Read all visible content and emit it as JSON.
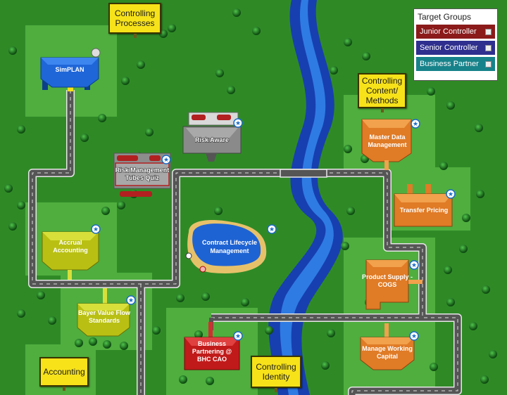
{
  "signs": {
    "controlling_processes": "Controlling\nProcesses",
    "controlling_content": "Controlling\nContent/\nMethods",
    "accounting": "Accounting",
    "controlling_identity": "Controlling\nIdentity"
  },
  "buildings": {
    "simplan": "SimPLAN",
    "risk_aware": "Risk Aware",
    "risk_quiz_1": "Risk Management",
    "risk_quiz_2": "Tubes Quiz",
    "accrual_1": "Accrual",
    "accrual_2": "Accounting",
    "bayer_1": "Bayer Value Flow",
    "bayer_2": "Standards",
    "contract_1": "Contract Lifecycle",
    "contract_2": "Management",
    "master_1": "Master Data",
    "master_2": "Management",
    "transfer": "Transfer Pricing",
    "product_1": "Product Supply -",
    "product_2": "COGS",
    "bp_1": "Business",
    "bp_2": "Partnering @",
    "bp_3": "BHC CAO",
    "mwc_1": "Manage Working",
    "mwc_2": "Capital"
  },
  "legend": {
    "title": "Target Groups",
    "items": [
      {
        "label": "Junior Controller",
        "color": "#8b1a1a"
      },
      {
        "label": "Senior Controller",
        "color": "#2e2f8e"
      },
      {
        "label": "Business Partner",
        "color": "#17828a"
      }
    ]
  },
  "colors": {
    "grass": "#2f8a26",
    "lot": "#4fae3e",
    "river": "#1d5bd6",
    "road": "#5a5a5a"
  }
}
